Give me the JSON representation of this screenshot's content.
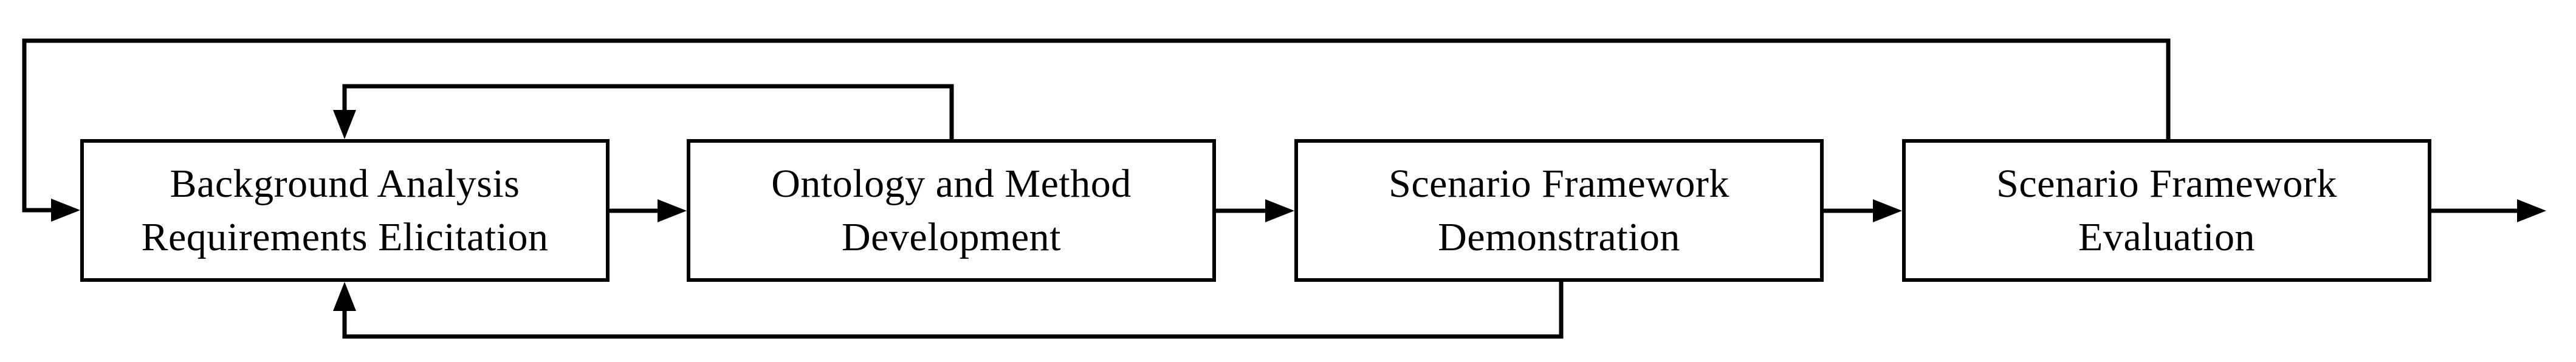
{
  "diagram": {
    "title": "",
    "background_color": "#ffffff",
    "line_color": "#000000",
    "boxes": [
      {
        "id": "background-analysis",
        "line1": "Background Analysis",
        "line2": "Requirements Elicitation"
      },
      {
        "id": "ontology-method",
        "line1": "Ontology and Method",
        "line2": "Development"
      },
      {
        "id": "scenario-demonstration",
        "line1": "Scenario Framework",
        "line2": "Demonstration"
      },
      {
        "id": "scenario-evaluation",
        "line1": "Scenario Framework",
        "line2": "Evaluation"
      }
    ],
    "connections": [
      {
        "from": "background-analysis",
        "to": "ontology-method",
        "type": "forward-arrow"
      },
      {
        "from": "ontology-method",
        "to": "scenario-demonstration",
        "type": "forward-arrow"
      },
      {
        "from": "scenario-demonstration",
        "to": "scenario-evaluation",
        "type": "forward-arrow"
      },
      {
        "from": "scenario-evaluation",
        "to": "exit-right",
        "type": "exit-arrow"
      },
      {
        "from": "scenario-evaluation",
        "to": "background-analysis",
        "type": "feedback-outer-top-loop"
      },
      {
        "from": "ontology-method",
        "to": "background-analysis",
        "type": "feedback-upper-loop"
      },
      {
        "from": "scenario-demonstration",
        "to": "background-analysis",
        "type": "feedback-bottom-loop"
      }
    ]
  }
}
